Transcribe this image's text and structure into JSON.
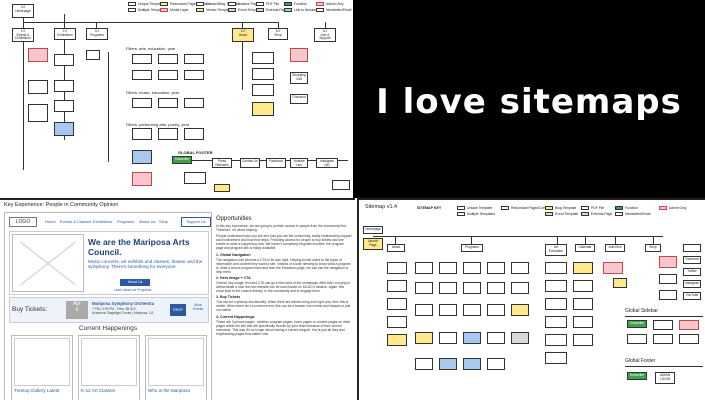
{
  "hero_text": "I love sitemaps",
  "top_left": {
    "labels": {
      "homepage": "0.0\nHomepage",
      "events": "1.0\nEvents &\nExhibitions",
      "exhibitions": "2.0\nExhibitions",
      "programs": "3.0\nPrograms",
      "about": "4.0\nAbout",
      "shop": "5.0\nShop",
      "join": "6.0\nJoin &\nSupport",
      "filters1": "Filters: arts, education, year",
      "filters2": "Filters: music, education, year",
      "filters3": "Filters: performing arts, poetry, year",
      "global_footer": "GLOBAL FOOTER",
      "subscribe": "Subscribe",
      "press": "Press\nReleases",
      "contact": "Contact Us",
      "facebook": "Facebook",
      "youtube": "Youtube\nLink",
      "instagram": "Instagram\n(W)",
      "shopping_cart": "Shopping\nCart",
      "checkout": "Checkout"
    },
    "legend": [
      "Unique Template",
      "Multiple Templates",
      "Modal Layer",
      "Redundant Pages/Content",
      "Event Template",
      "Contact/Blog Template",
      "Vendor Template",
      "Inactive Pages",
      "PDF File",
      "External Page",
      "Function",
      "Link to Newsletter",
      "Admin Only",
      "Newsletter/Email"
    ]
  },
  "bottom_left": {
    "heading": "Key Experience: People in Community Opinion",
    "logo": "LOGO",
    "nav": [
      "Home",
      "Events & Classes",
      "Exhibitions",
      "Programs",
      "About Us",
      "Shop"
    ],
    "support": "Support Us",
    "hero_title": "We are the Mariposa Arts Council.",
    "hero_desc": "Music concerts, art exhibits and classes, theater and the symphony. There's something for everyone.",
    "about_button": "About Us",
    "about_link": "Learn about our Programs",
    "buy_tickets": "Buy Tickets:",
    "date": "Apr\n6",
    "event_title": "Mariposa Symphony Orchestra",
    "event_sub": "7 PM  |  3:30 PM - Price: $5-$10\nAcademic Stagelight Center  |  Mariposa, CA",
    "rsvp": "RSVP",
    "more_events": "More\nEvents",
    "current": "Current Happenings",
    "cards": [
      "Treetop Gallery Latest",
      "K-12 Art Classes",
      "Who is the Mariposa"
    ],
    "opp_heading": "Opportunities",
    "opp_intro": "In this key experience, we are going to provide access to people from the community first. Therefore, it's about helping:",
    "opp_bullets": "People understand who you are and how you are the community, easily emphasizing support and involvement and how that helps. Providing access for people to buy tickets and see events to what is happening now. We haven't completely forgotten funders; the program page and program link is easily available.",
    "sections": [
      {
        "h": "1. Global Navigation",
        "p": "The navigation can become a CTA in its own right. Helping funnel users to the types of information and content they want to see. Instead of a user needing to know what a program is, what a school program does and then the Education page, we can use the navigation to help them."
      },
      {
        "h": "2. Hero Image + CTA",
        "p": "Overall, any image, text and CTA can go in this area of the homepage. After this I'm trying to demonstrate a how the new website can be used based on MCAC's mission. Again, this could lead to the council directly, to the community and to engage them."
      },
      {
        "h": "3. Buy Tickets",
        "p": "This can be a primary functionality. When there are tickets being sold right now, then this is visible. When there isn't a current event, this can be a banner into events and classes or just not visible."
      },
      {
        "h": "4. Current Happenings",
        "p": "These are 3 pinned pages - whether program pages, event pages or content pages on other pages within the site that are specifically chosen by your team because of their current relevance. This way it's no longer about having a current blogroll. You're just all they and emphasizing pages that matter now."
      }
    ]
  },
  "bottom_right": {
    "title": "Sitemap v1.4",
    "key": "SITEMAP KEY",
    "legend": [
      "Unique Template",
      "Multiple Templates",
      "Redundant Pages/Content",
      "Blog Template",
      "Event Template",
      "PDF File",
      "External Page",
      "Function",
      "Newsletter/Email",
      "Admin Only"
    ],
    "nodes": {
      "launch": "Launch\nPage",
      "home": "Homepage",
      "about": "About",
      "programs": "Programs",
      "art_edu": "Art\nEducation",
      "calendar": "Calendar",
      "join": "Join/Give",
      "shop": "Shop"
    },
    "global_sidebar": "Global Sidebar",
    "global_footer": "Global Footer",
    "subscribe": "Subscribe",
    "admin_login": "ADMIN\nLOGIN",
    "social": [
      "Facebook",
      "Twitter",
      "Instagram",
      "YouTube"
    ]
  }
}
